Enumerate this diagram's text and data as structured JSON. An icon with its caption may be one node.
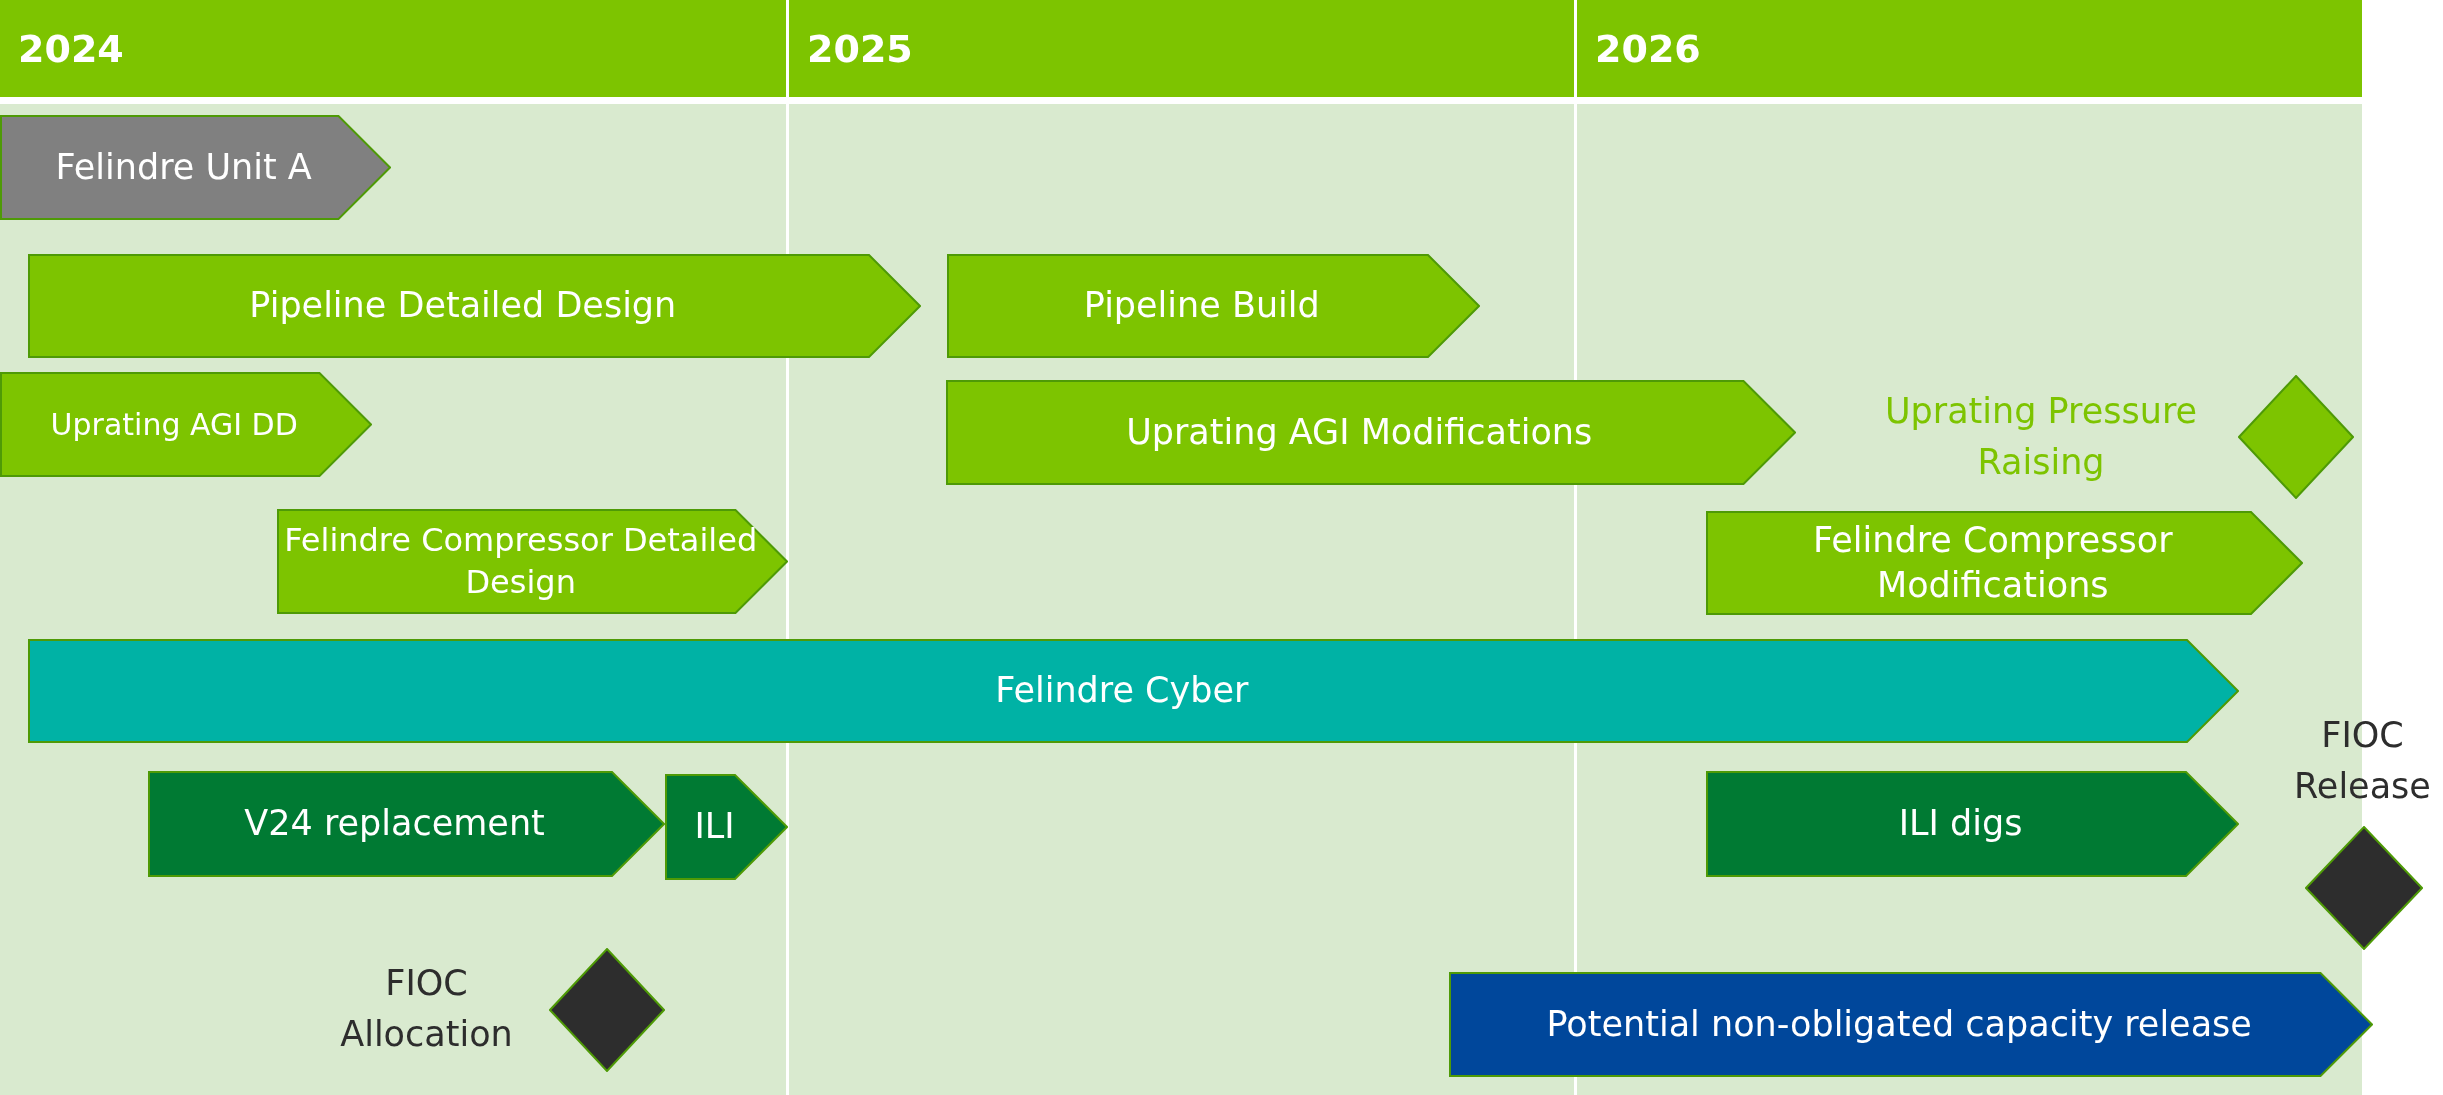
{
  "diagram": {
    "nodes": [
      {
        "text": [
          "2024"
        ]
      },
      {
        "text": [
          "2025"
        ]
      },
      {
        "text": [
          "2026"
        ]
      },
      {
        "text": [
          "Felindre Unit A"
        ]
      },
      {
        "text": [
          "Pipeline Detailed Design"
        ]
      },
      {
        "text": [
          "Pipeline Build"
        ]
      },
      {
        "text": [
          "Uprating AGI DD"
        ]
      },
      {
        "text": [
          "Uprating AGI Modifications"
        ]
      },
      {
        "text": [
          "Uprating Pressure Raising"
        ]
      },
      {
        "text": [
          "Felindre Compressor Detailed Design"
        ]
      },
      {
        "text": [
          "Felindre Compressor Modifications"
        ]
      },
      {
        "text": [
          "Felindre Cyber"
        ]
      },
      {
        "text": [
          "FIOC Release"
        ]
      },
      {
        "text": [
          "V24 replacement"
        ]
      },
      {
        "text": [
          "ILI"
        ]
      },
      {
        "text": [
          "ILI digs"
        ]
      },
      {
        "text": [
          "FIOC Allocation"
        ]
      },
      {
        "text": [
          "Potential non-obligated capacity release"
        ]
      }
    ],
    "edges": []
  }
}
